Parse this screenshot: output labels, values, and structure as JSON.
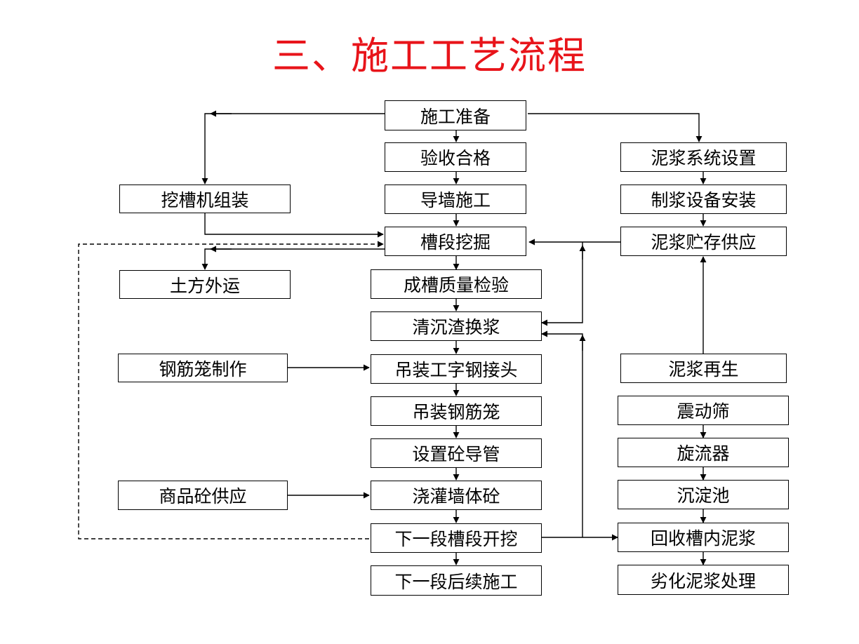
{
  "title": "三、施工工艺流程",
  "nodes": {
    "prep": "施工准备",
    "accept": "验收合格",
    "guidewall": "导墙施工",
    "excavate": "槽段挖掘",
    "quality": "成槽质量检验",
    "clean": "清沉渣换浆",
    "hoist_joint": "吊装工字钢接头",
    "hoist_cage": "吊装钢筋笼",
    "tremie": "设置砼导管",
    "pour": "浇灌墙体砼",
    "next_excavate": "下一段槽段开挖",
    "next_follow": "下一段后续施工",
    "trench_machine": "挖槽机组装",
    "earth_transport": "土方外运",
    "cage_make": "钢筋笼制作",
    "concrete_supply": "商品砼供应",
    "slurry_system": "泥浆系统设置",
    "slurry_equip": "制浆设备安装",
    "slurry_store": "泥浆贮存供应",
    "slurry_regen": "泥浆再生",
    "shaker": "震动筛",
    "cyclone": "旋流器",
    "settle": "沉淀池",
    "recover": "回收槽内泥浆",
    "dispose": "劣化泥浆处理"
  },
  "colors": {
    "title": "#e8141a",
    "line": "#000000"
  }
}
